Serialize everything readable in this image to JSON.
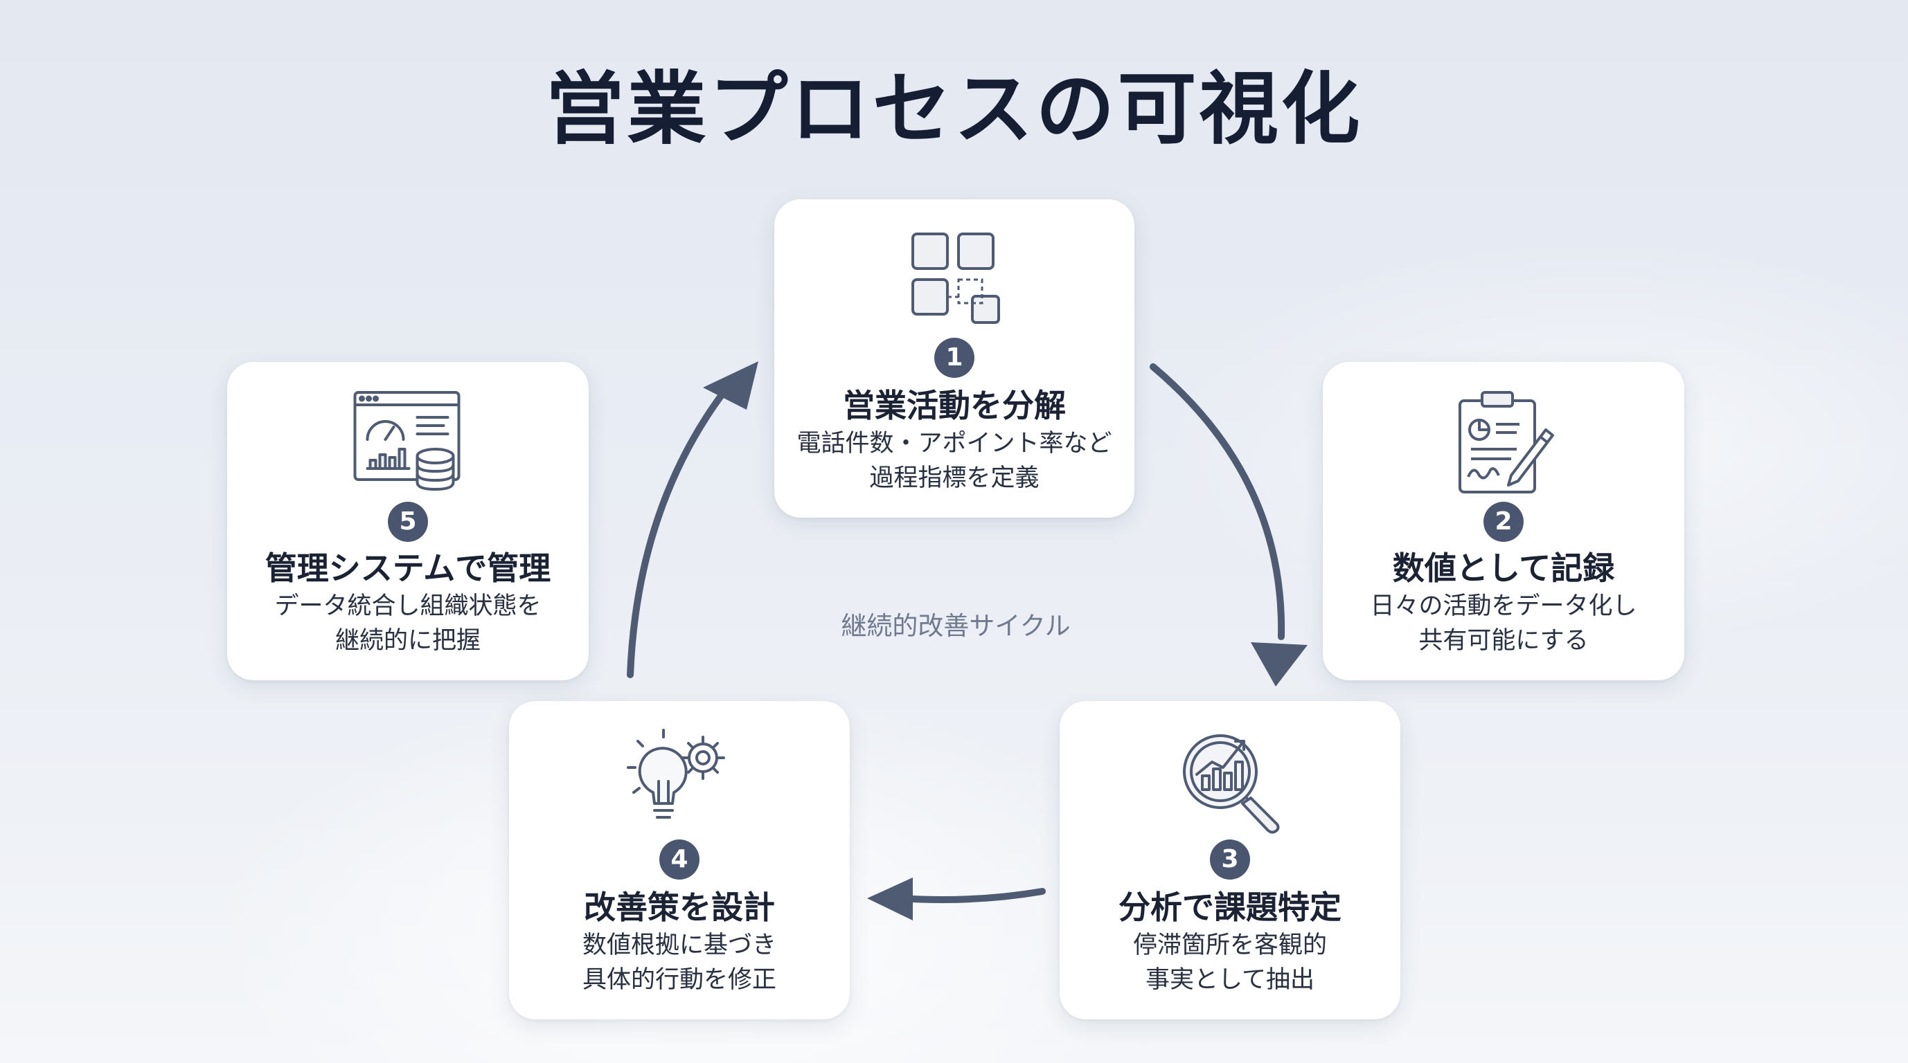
{
  "title": "営業プロセスの可視化",
  "cycle_label": "継続的改善サイクル",
  "steps": [
    {
      "number": "1",
      "title": "営業活動を分解",
      "description": [
        "電話件数・アポイント率など",
        "過程指標を定義"
      ],
      "icon": "process-blocks-icon"
    },
    {
      "number": "2",
      "title": "数値として記録",
      "description": [
        "日々の活動をデータ化し",
        "共有可能にする"
      ],
      "icon": "clipboard-pencil-icon"
    },
    {
      "number": "3",
      "title": "分析で課題特定",
      "description": [
        "停滞箇所を客観的",
        "事実として抽出"
      ],
      "icon": "magnifier-chart-icon"
    },
    {
      "number": "4",
      "title": "改善策を設計",
      "description": [
        "数値根拠に基づき",
        "具体的行動を修正"
      ],
      "icon": "lightbulb-gear-icon"
    },
    {
      "number": "5",
      "title": "管理システムで管理",
      "description": [
        "データ統合し組織状態を",
        "継続的に把握"
      ],
      "icon": "dashboard-database-icon"
    }
  ],
  "colors": {
    "title": "#151e33",
    "accent": "#4a5670",
    "arrow": "#4f5b73",
    "card": "#ffffff"
  }
}
